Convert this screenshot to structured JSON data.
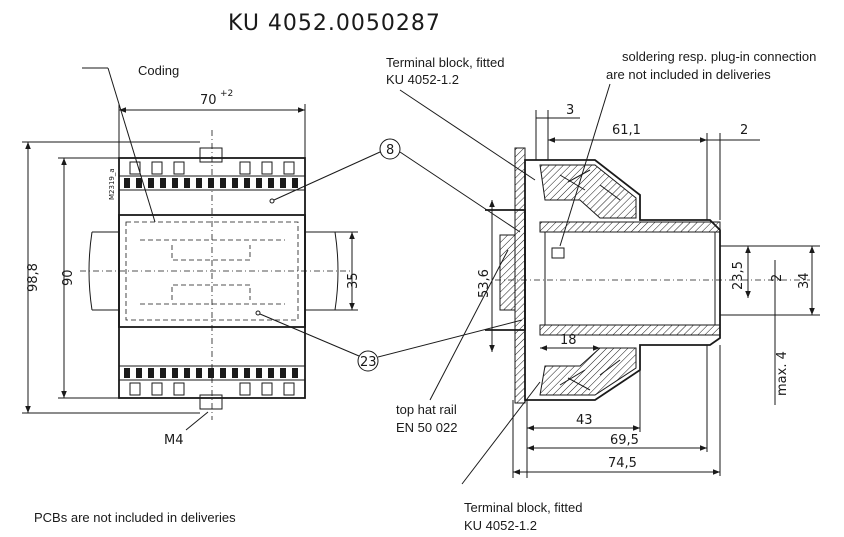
{
  "title": "KU  4052.0050287",
  "notes": {
    "coding": "Coding",
    "terminal_top_1": "Terminal block, fitted",
    "terminal_top_2": "KU 4052-1.2",
    "solder_1": "soldering resp. plug-in connection",
    "solder_2": "are not included in deliveries",
    "rail_1": "top hat rail",
    "rail_2": "EN 50 022",
    "terminal_bottom_1": "Terminal block, fitted",
    "terminal_bottom_2": "KU 4052-1.2",
    "pcb": "PCBs are not included in deliveries"
  },
  "front_view": {
    "width_dim": "70",
    "width_tol": "+2",
    "height_outer": "98,8",
    "height_inner": "90",
    "rail_height": "35",
    "screw": "M4",
    "part_mark": "M2319_a"
  },
  "callouts": {
    "c8": "8",
    "c23": "23"
  },
  "side_view": {
    "d3": "3",
    "d61": "61,1",
    "d2_top": "2",
    "d53": "53,6",
    "d23": "23,5",
    "d2_mid": "2",
    "d34": "34",
    "d18": "18",
    "dmax4": "max. 4",
    "d43": "43",
    "d69": "69,5",
    "d74": "74,5"
  }
}
